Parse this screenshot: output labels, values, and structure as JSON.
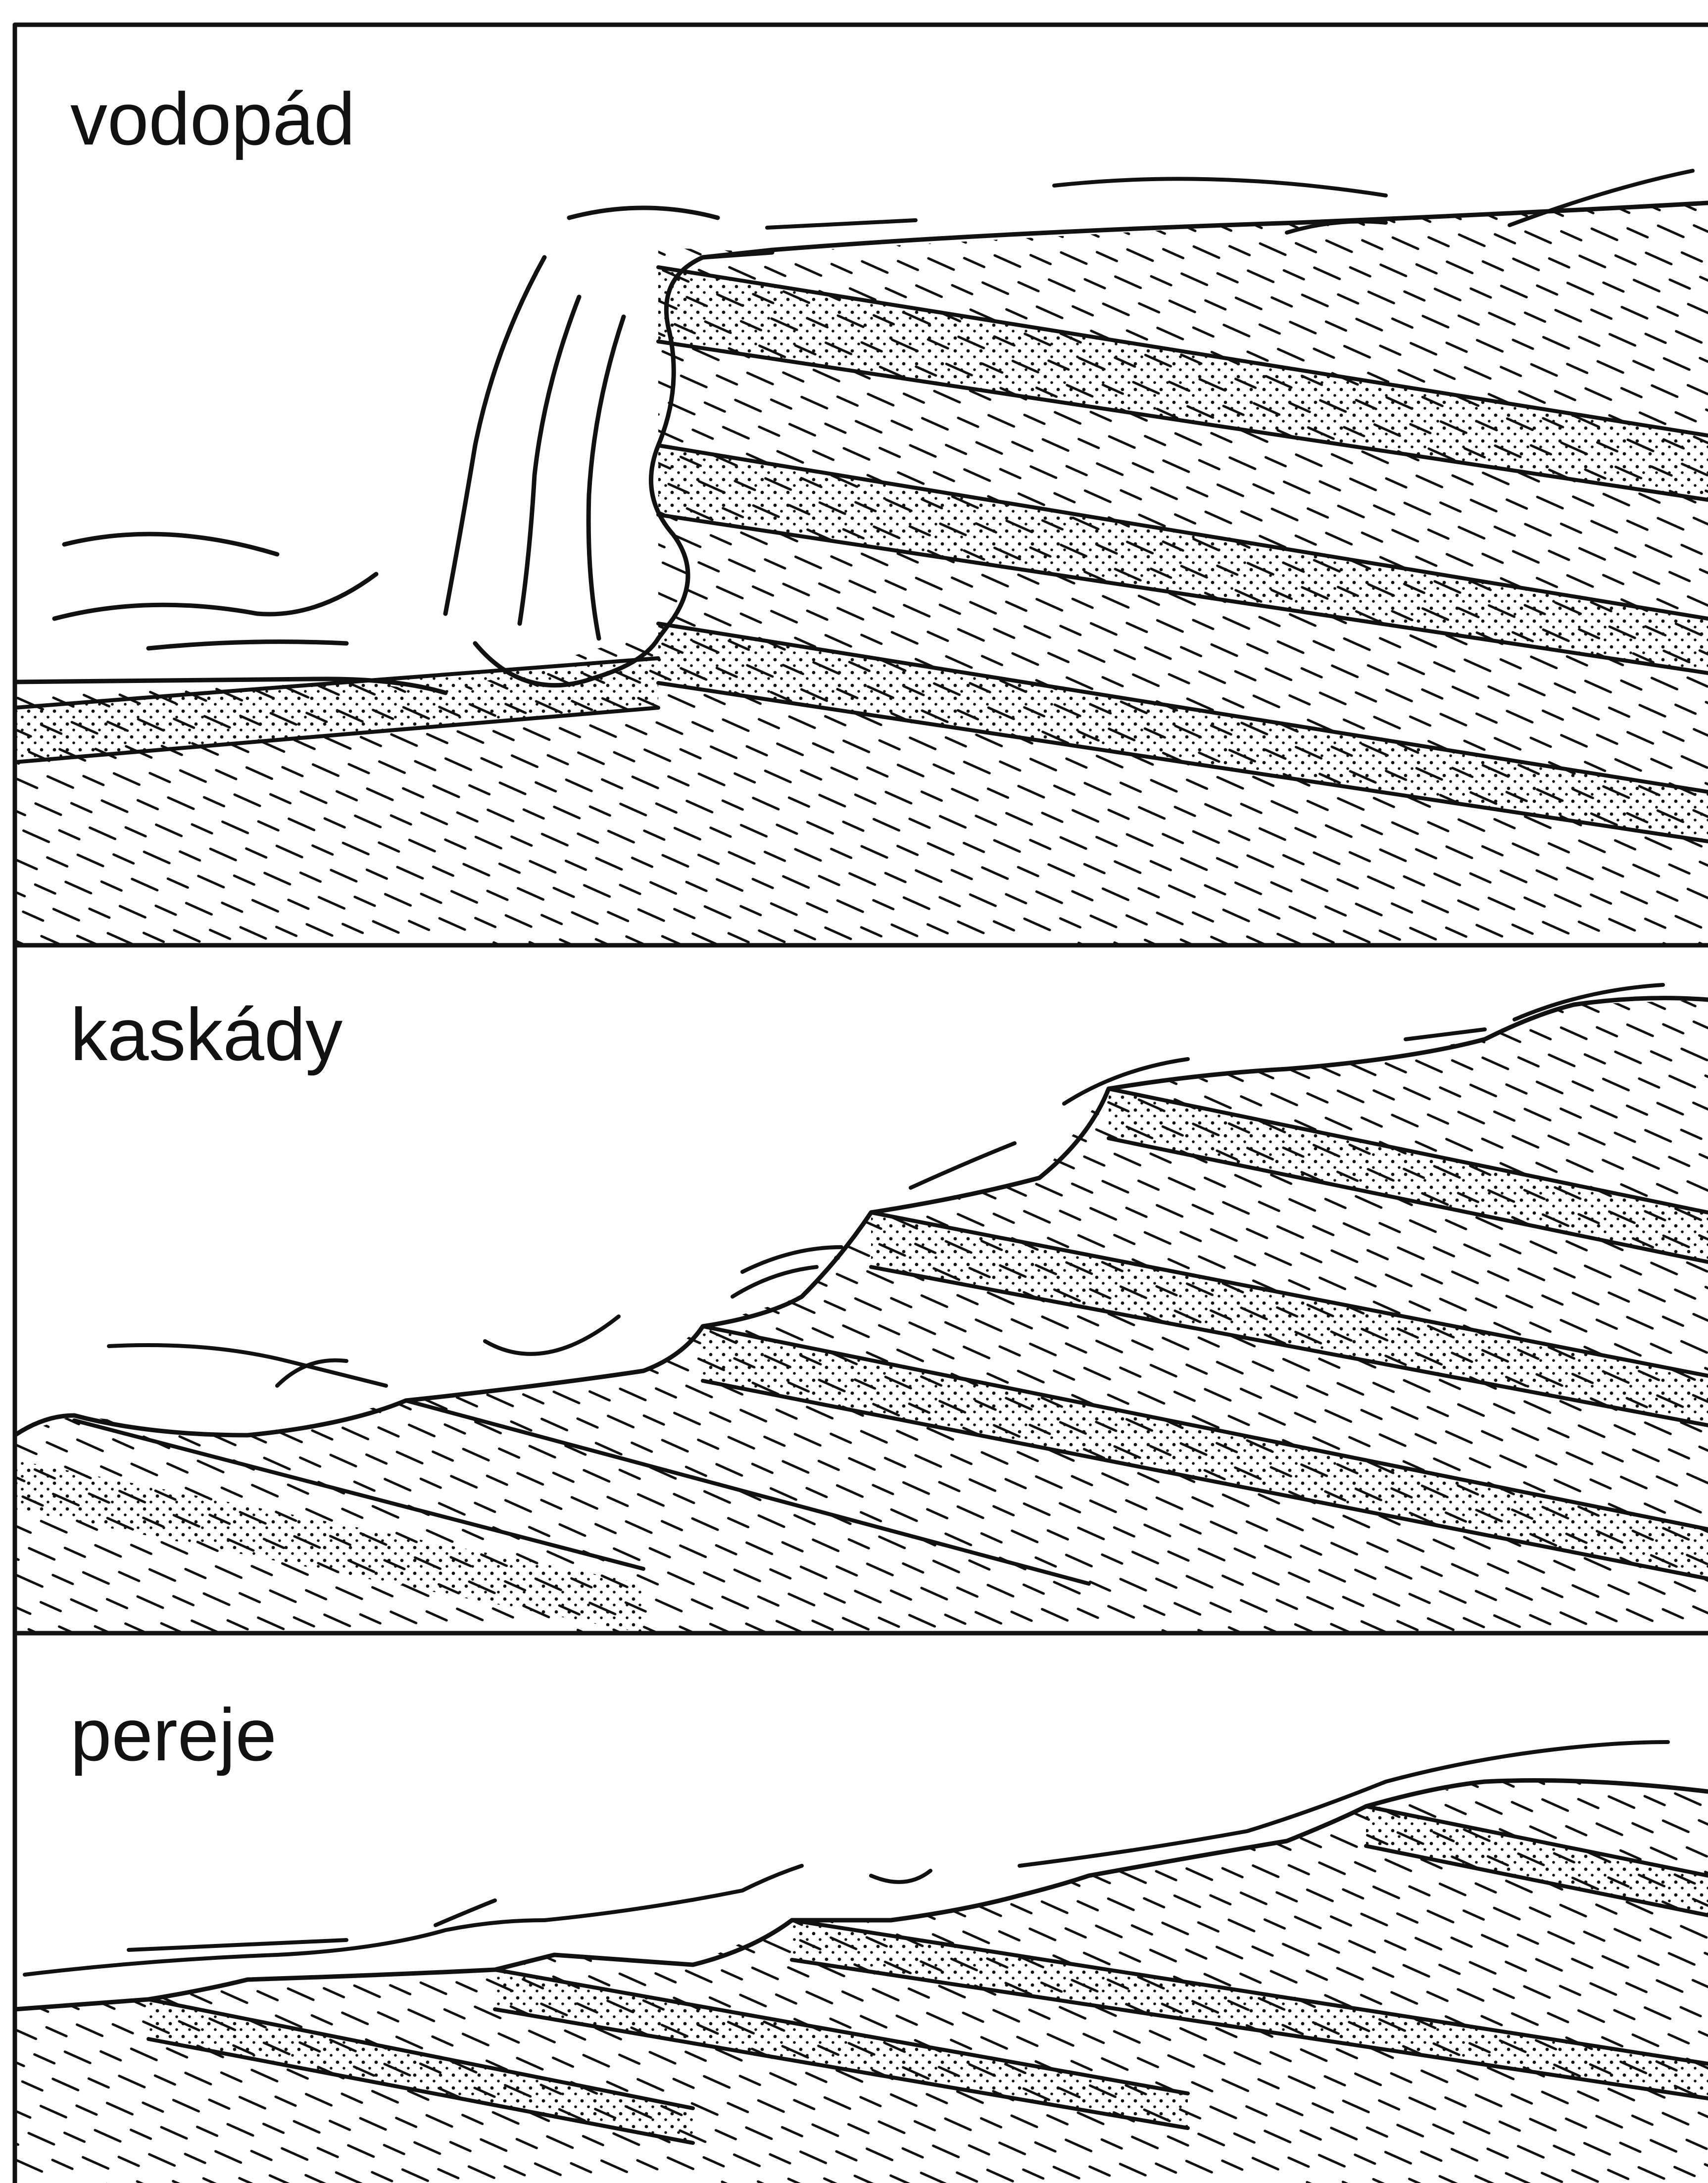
{
  "panels": [
    {
      "label": "vodopád"
    },
    {
      "label": "kaskády"
    },
    {
      "label": "pereje"
    }
  ],
  "colors": {
    "ink": "#111111",
    "paper": "#ffffff"
  }
}
